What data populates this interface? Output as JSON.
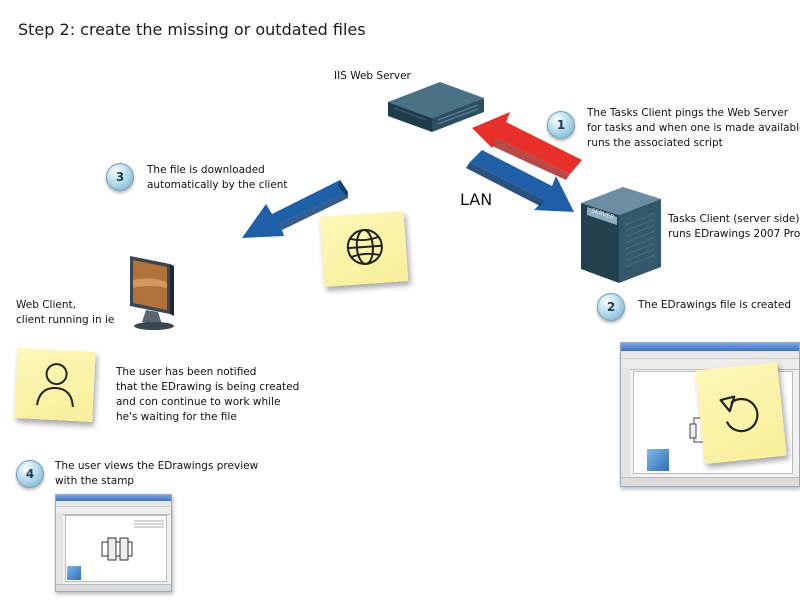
{
  "title": "Step 2: create the missing or outdated files",
  "iis_label": "IIS Web Server",
  "lan_label": "LAN",
  "tasks_client_label": [
    "Tasks Client (server side)",
    "runs EDrawings 2007 Pro"
  ],
  "server_badge": "SERVER",
  "web_client_label": [
    "Web Client,",
    "client running in ie"
  ],
  "steps": [
    {
      "number": "1",
      "lines": [
        "The Tasks Client pings the Web Server",
        "for tasks and when one is made available",
        "runs the associated script"
      ]
    },
    {
      "number": "2",
      "lines": [
        "The EDrawings file is created"
      ]
    },
    {
      "number": "3",
      "lines": [
        "The file is downloaded",
        "automatically by the client"
      ]
    },
    {
      "number": "4",
      "lines": [
        "The user views the EDrawings preview",
        "with the stamp"
      ]
    }
  ],
  "user_notified_lines": [
    "The user has been notified",
    "that the EDrawing is being created",
    "and con continue to work while",
    "he's waiting for the file"
  ],
  "colors": {
    "red_arrow": "#e8302a",
    "blue_arrow": "#1f5fa8",
    "note": "#f8ef9a",
    "step_circle": "#9cc9df"
  },
  "icons": [
    "server-rack-icon",
    "tower-server-icon",
    "monitor-icon",
    "globe-icon",
    "user-icon",
    "undo-icon"
  ]
}
